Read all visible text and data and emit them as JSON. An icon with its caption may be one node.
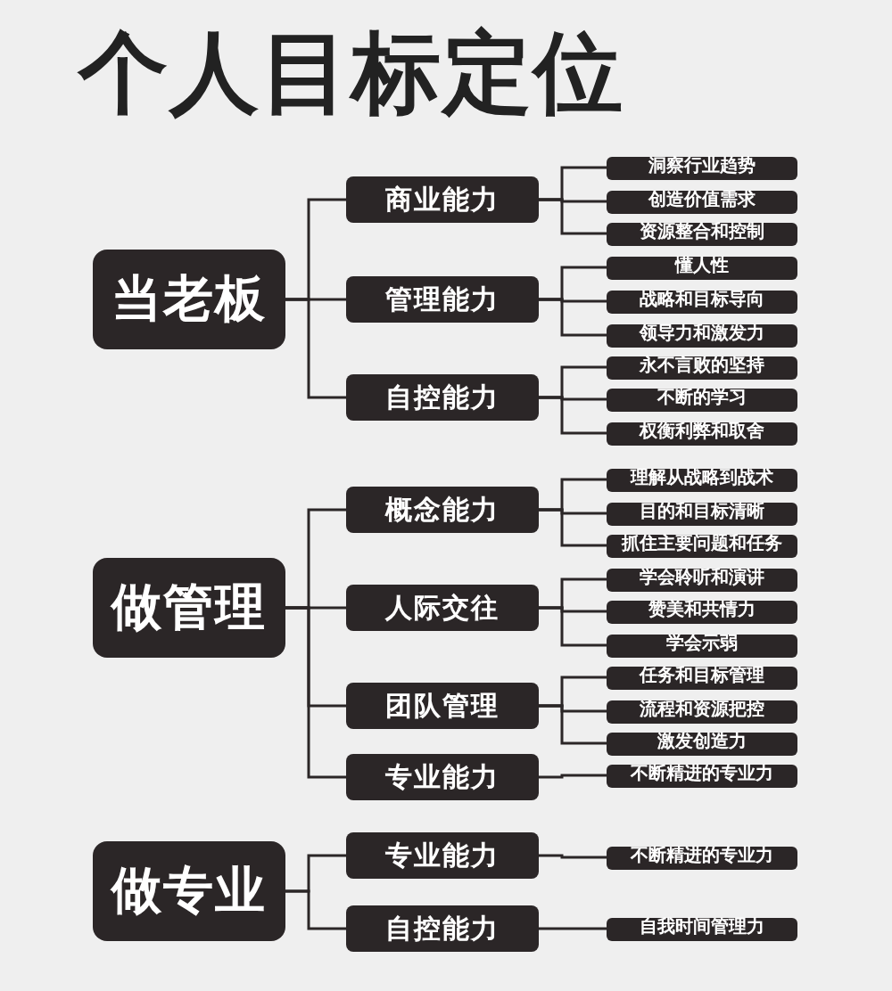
{
  "diagram": {
    "title": "个人目标定位",
    "nodes": [
      {
        "text": [
          "当老板"
        ]
      },
      {
        "text": [
          "商业能力"
        ]
      },
      {
        "text": [
          "洞察行业趋势"
        ]
      },
      {
        "text": [
          "创造价值需求"
        ]
      },
      {
        "text": [
          "资源整合和控制"
        ]
      },
      {
        "text": [
          "管理能力"
        ]
      },
      {
        "text": [
          "懂人性"
        ]
      },
      {
        "text": [
          "战略和目标导向"
        ]
      },
      {
        "text": [
          "领导力和激发力"
        ]
      },
      {
        "text": [
          "自控能力"
        ]
      },
      {
        "text": [
          "永不言败的坚持"
        ]
      },
      {
        "text": [
          "不断的学习"
        ]
      },
      {
        "text": [
          "权衡利弊和取舍"
        ]
      },
      {
        "text": [
          "做管理"
        ]
      },
      {
        "text": [
          "概念能力"
        ]
      },
      {
        "text": [
          "理解从战略到战术"
        ]
      },
      {
        "text": [
          "目的和目标清晰"
        ]
      },
      {
        "text": [
          "抓住主要问题和任务"
        ]
      },
      {
        "text": [
          "人际交往"
        ]
      },
      {
        "text": [
          "学会聆听和演讲"
        ]
      },
      {
        "text": [
          "赞美和共情力"
        ]
      },
      {
        "text": [
          "学会示弱"
        ]
      },
      {
        "text": [
          "团队管理"
        ]
      },
      {
        "text": [
          "任务和目标管理"
        ]
      },
      {
        "text": [
          "流程和资源把控"
        ]
      },
      {
        "text": [
          "激发创造力"
        ]
      },
      {
        "text": [
          "专业能力"
        ]
      },
      {
        "text": [
          "不断精进的专业力"
        ]
      },
      {
        "text": [
          "做专业"
        ]
      },
      {
        "text": [
          "专业能力"
        ]
      },
      {
        "text": [
          "不断精进的专业力"
        ]
      },
      {
        "text": [
          "自控能力"
        ]
      },
      {
        "text": [
          "自我时间管理力"
        ]
      }
    ],
    "edges": [
      {
        "from": 0,
        "to": 1,
        "arrow": "none"
      },
      {
        "from": 1,
        "to": 2,
        "arrow": "none"
      },
      {
        "from": 1,
        "to": 3,
        "arrow": "none"
      },
      {
        "from": 1,
        "to": 4,
        "arrow": "none"
      },
      {
        "from": 0,
        "to": 5,
        "arrow": "none"
      },
      {
        "from": 5,
        "to": 6,
        "arrow": "none"
      },
      {
        "from": 5,
        "to": 7,
        "arrow": "none"
      },
      {
        "from": 5,
        "to": 8,
        "arrow": "none"
      },
      {
        "from": 0,
        "to": 9,
        "arrow": "none"
      },
      {
        "from": 9,
        "to": 10,
        "arrow": "none"
      },
      {
        "from": 9,
        "to": 11,
        "arrow": "none"
      },
      {
        "from": 9,
        "to": 12,
        "arrow": "none"
      },
      {
        "from": 13,
        "to": 14,
        "arrow": "none"
      },
      {
        "from": 14,
        "to": 15,
        "arrow": "none"
      },
      {
        "from": 14,
        "to": 16,
        "arrow": "none"
      },
      {
        "from": 14,
        "to": 17,
        "arrow": "none"
      },
      {
        "from": 13,
        "to": 18,
        "arrow": "none"
      },
      {
        "from": 18,
        "to": 19,
        "arrow": "none"
      },
      {
        "from": 18,
        "to": 20,
        "arrow": "none"
      },
      {
        "from": 18,
        "to": 21,
        "arrow": "none"
      },
      {
        "from": 13,
        "to": 22,
        "arrow": "none"
      },
      {
        "from": 22,
        "to": 23,
        "arrow": "none"
      },
      {
        "from": 22,
        "to": 24,
        "arrow": "none"
      },
      {
        "from": 22,
        "to": 25,
        "arrow": "none"
      },
      {
        "from": 13,
        "to": 26,
        "arrow": "none"
      },
      {
        "from": 26,
        "to": 27,
        "arrow": "none"
      },
      {
        "from": 28,
        "to": 29,
        "arrow": "none"
      },
      {
        "from": 29,
        "to": 30,
        "arrow": "none"
      },
      {
        "from": 28,
        "to": 31,
        "arrow": "none"
      },
      {
        "from": 31,
        "to": 32,
        "arrow": "none"
      }
    ]
  }
}
